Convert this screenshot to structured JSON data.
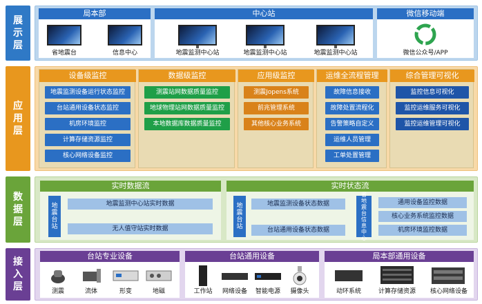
{
  "layers": {
    "display": "展示层",
    "application": "应用层",
    "data": "数据层",
    "access": "接入层"
  },
  "display": {
    "bureau": {
      "title": "局本部",
      "items": [
        "省地震台",
        "信息中心"
      ]
    },
    "center": {
      "title": "中心站",
      "items": [
        "地震监测中心站",
        "地震监测中心站",
        "地震监测中心站"
      ]
    },
    "wechat": {
      "title": "微信移动端",
      "item": "微信公众号/APP"
    }
  },
  "application": {
    "columns": [
      {
        "title": "设备级监控",
        "items": [
          "地震监测设备运行状态监控",
          "台站通用设备状态监控",
          "机房环境监控",
          "计算存储资源监控",
          "核心网络设备监控"
        ]
      },
      {
        "title": "数据级监控",
        "items": [
          "测震站网数据质量监控",
          "地球物理站网数据质量监控",
          "本地数据库数据质量监控"
        ]
      },
      {
        "title": "应用级监控",
        "items": [
          "测震Jopens系统",
          "前兆管理系统",
          "其他核心业务系统"
        ]
      },
      {
        "title": "运维全流程管理",
        "items": [
          "故障信息接收",
          "故障处置流程化",
          "告警策略自定义",
          "运维人员管理",
          "工单处置管理"
        ]
      },
      {
        "title": "综合管理可视化",
        "items": [
          "监控信息可视化",
          "监控运维服务可视化",
          "监控运维管理可视化"
        ]
      }
    ]
  },
  "data": {
    "realtime_data": {
      "title": "实时数据流",
      "side": "地震台站",
      "rows": [
        "地震监测中心站实时数据",
        "无人值守站实时数据"
      ]
    },
    "realtime_status": {
      "title": "实时状态流",
      "side_left": "地震台站",
      "rows_left": [
        "地震监测设备状态数据",
        "台站通用设备状态数据"
      ],
      "side_right": "省地震台信息中心",
      "rows_right": [
        "通用设备监控数据",
        "核心业务系统监控数据",
        "机房环境监控数据"
      ]
    }
  },
  "access": {
    "station": {
      "title": "台站专业设备",
      "items": [
        "测震",
        "流体",
        "形变",
        "地磁"
      ]
    },
    "general": {
      "title": "台站通用设备",
      "items": [
        "工作站",
        "网络设备",
        "智能电源",
        "摄像头"
      ]
    },
    "bureau": {
      "title": "局本部通用设备",
      "items": [
        "动环系统",
        "计算存储资源",
        "核心网络设备"
      ]
    }
  }
}
